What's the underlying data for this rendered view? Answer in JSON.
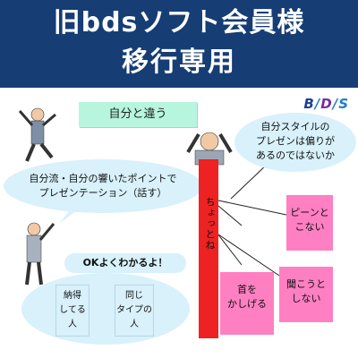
{
  "header": {
    "line1": "旧bdsソフト会員様",
    "line2": "移行専用"
  },
  "logo": {
    "b": "B",
    "slash1": "/",
    "d": "D",
    "slash2": "/",
    "s": "S"
  },
  "title_box": "自分と違う",
  "left_thought": [
    "自分流・自分の響いたポイントで",
    "プレゼンテーション（話す）"
  ],
  "right_thought": [
    "自分スタイルの",
    "プレゼンは偏りが",
    "あるのではないか"
  ],
  "ok_bubble": "OKよくわかるよ！",
  "small_boxes": [
    [
      "納得",
      "してる",
      "人"
    ],
    [
      "同じ",
      "タイプの",
      "人"
    ]
  ],
  "vertical_text": "ちょっとね",
  "pink_boxes": [
    [
      "ピーンと",
      "こない"
    ],
    [
      "首を",
      "かしげる"
    ],
    [
      "聞こうと",
      "しない"
    ]
  ],
  "colors": {
    "header_bg": "#163d74",
    "mint": "#b7f5df",
    "light_blue": "#d8f1fb",
    "pink": "#ff7fc3",
    "red": "#ee2222"
  }
}
